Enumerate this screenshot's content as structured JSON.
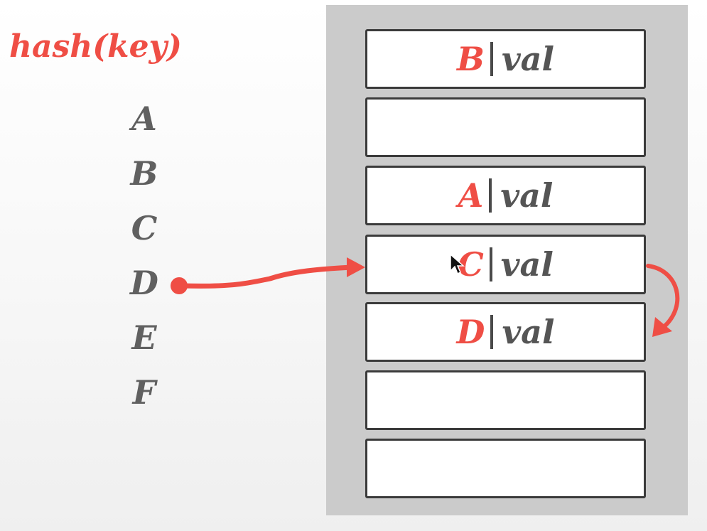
{
  "title": "hash(key)",
  "keys": [
    "A",
    "B",
    "C",
    "D",
    "E",
    "F"
  ],
  "slots": [
    {
      "key": "B",
      "sep": "|",
      "val": "val"
    },
    {
      "key": "",
      "sep": "",
      "val": ""
    },
    {
      "key": "A",
      "sep": "|",
      "val": "val"
    },
    {
      "key": "C",
      "sep": "|",
      "val": "val"
    },
    {
      "key": "D",
      "sep": "|",
      "val": "val"
    },
    {
      "key": "",
      "sep": "",
      "val": ""
    },
    {
      "key": "",
      "sep": "",
      "val": ""
    }
  ],
  "colors": {
    "accent": "#ef4e45",
    "key_text": "#606060",
    "table_bg": "#cbcbcb",
    "slot_border": "#3b3b3b"
  },
  "icons": {
    "pointer": "mouse-pointer-icon"
  }
}
